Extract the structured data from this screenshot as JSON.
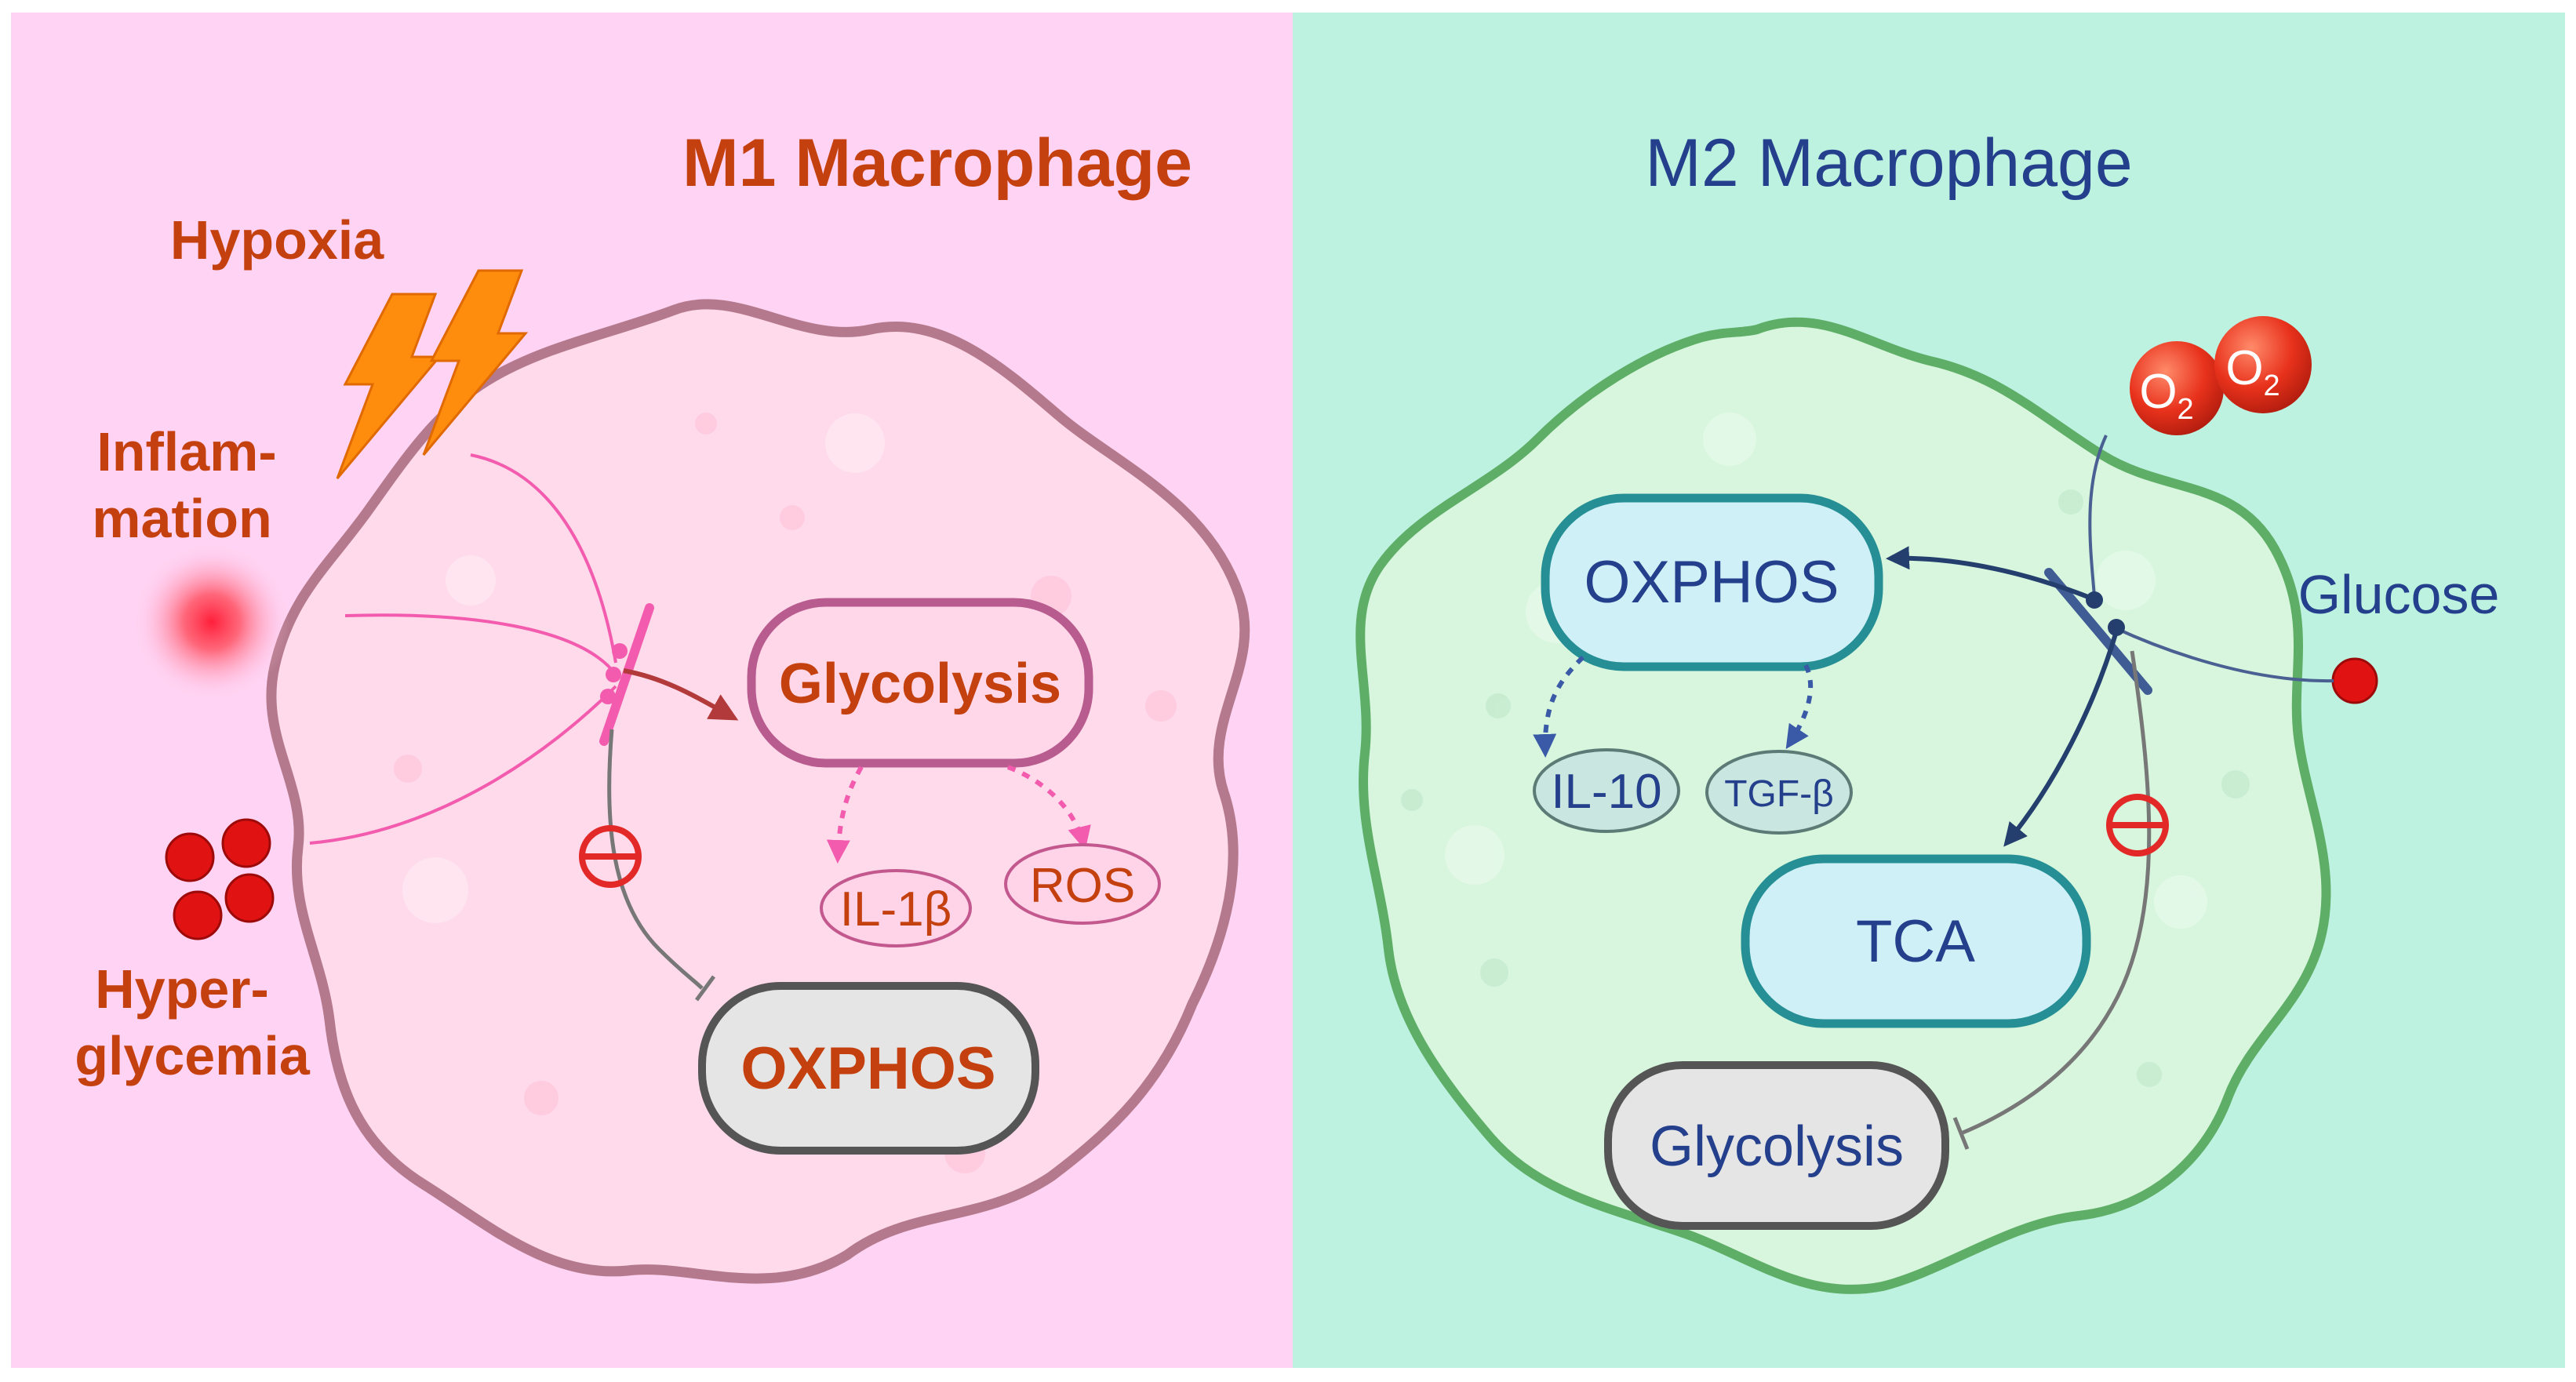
{
  "colors": {
    "m1_bg": "#ffd3f3",
    "m2_bg": "#bdf2e1",
    "m1_cell_fill": "#ffdaea",
    "m1_cell_stroke": "#b4798c",
    "m2_cell_fill": "#d7f6dd",
    "m2_cell_stroke": "#5fae68",
    "m1_text": "#c4410f",
    "m2_text": "#243f8c",
    "m1_pill_stroke": "#b85b8f",
    "m2_pill_stroke": "#268f95",
    "m2_pill_fill": "#cef0f6",
    "gray_pill_fill": "#e5e5e6",
    "gray_pill_stroke": "#555555",
    "pink_line": "#f35cae",
    "lightning": "#ff8d0d",
    "red_dot": "#e01212",
    "inhibit_red": "#e32828"
  },
  "m1": {
    "title": "M1 Macrophage",
    "stimuli": {
      "hypoxia": "Hypoxia",
      "inflammation_line1": "Inflam-",
      "inflammation_line2": "mation",
      "hyperglycemia_line1": "Hyper-",
      "hyperglycemia_line2": "glycemia"
    },
    "glycolysis": "Glycolysis",
    "oxphos": "OXPHOS",
    "il1b": "IL-1β",
    "ros": "ROS"
  },
  "m2": {
    "title": "M2 Macrophage",
    "o2_main": "O",
    "o2_sub": "2",
    "glucose": "Glucose",
    "oxphos": "OXPHOS",
    "il10": "IL-10",
    "tgfb": "TGF-β",
    "tca": "TCA",
    "glycolysis": "Glycolysis"
  }
}
